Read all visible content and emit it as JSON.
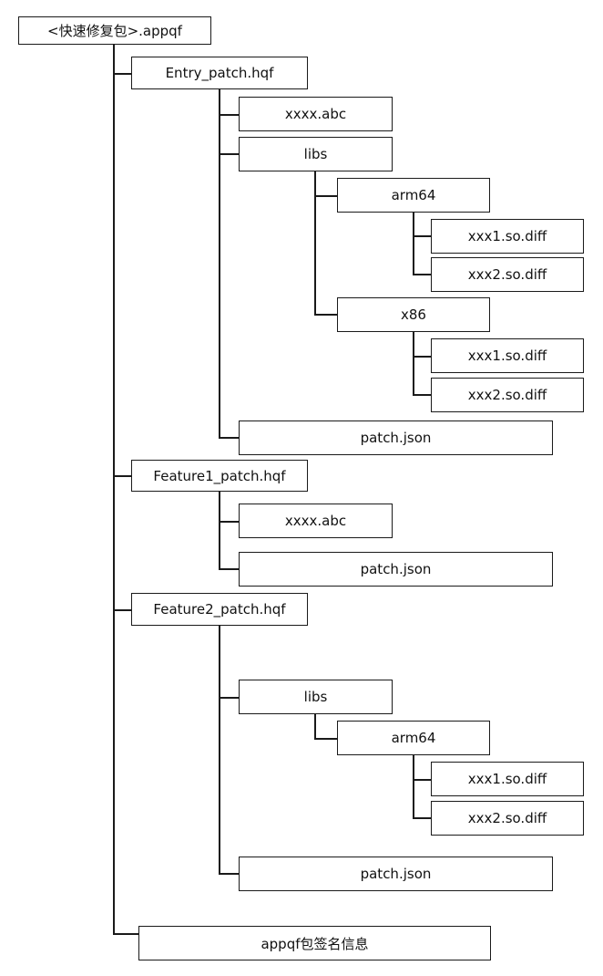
{
  "tree": {
    "root": "<快速修复包>.appqf",
    "entry_patch": {
      "label": "Entry_patch.hqf",
      "abc": "xxxx.abc",
      "libs": "libs",
      "arm64": "arm64",
      "arm64_diff1": "xxx1.so.diff",
      "arm64_diff2": "xxx2.so.diff",
      "x86": "x86",
      "x86_diff1": "xxx1.so.diff",
      "x86_diff2": "xxx2.so.diff",
      "patch_json": "patch.json"
    },
    "feature1_patch": {
      "label": "Feature1_patch.hqf",
      "abc": "xxxx.abc",
      "patch_json": "patch.json"
    },
    "feature2_patch": {
      "label": "Feature2_patch.hqf",
      "libs": "libs",
      "arm64": "arm64",
      "arm64_diff1": "xxx1.so.diff",
      "arm64_diff2": "xxx2.so.diff",
      "patch_json": "patch.json"
    },
    "signature": "appqf包签名信息"
  }
}
